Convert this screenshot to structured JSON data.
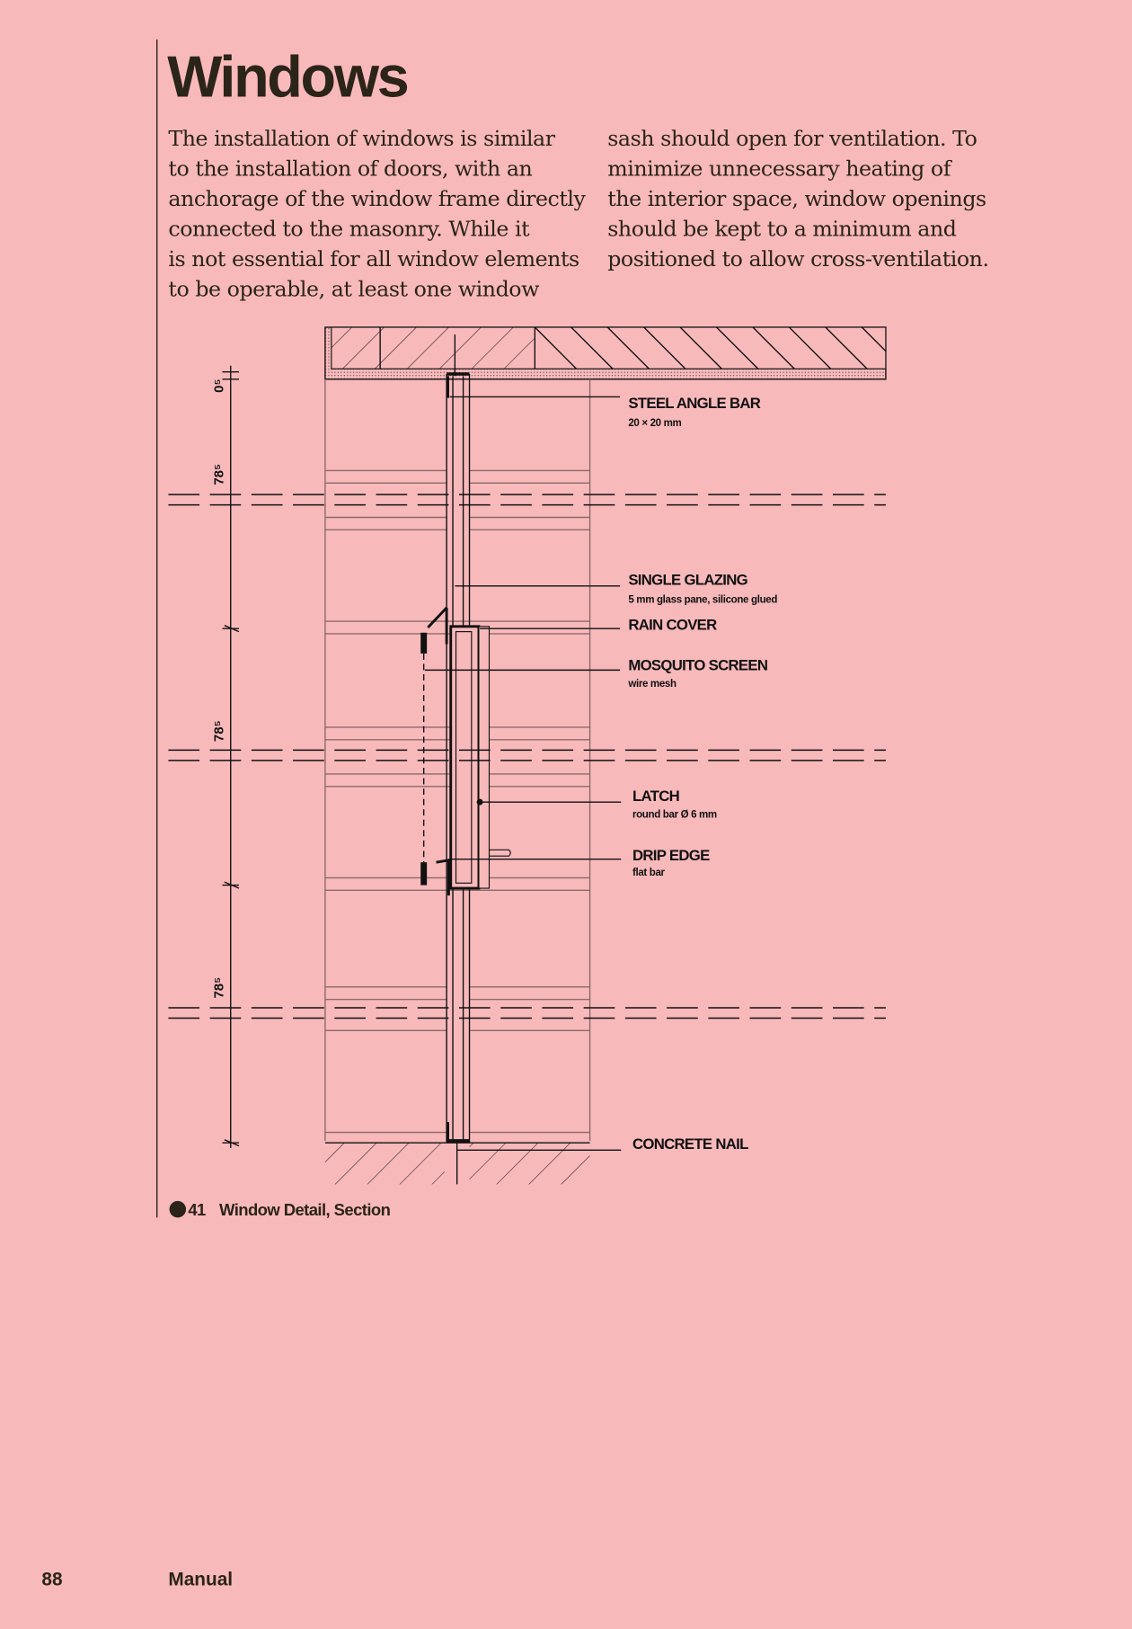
{
  "title": "Windows",
  "body": {
    "col1": [
      "The installation of windows is similar",
      "to the installation of doors, with an",
      "anchorage of the window frame directly",
      "connected to the masonry. While it",
      "is not essential for all window elements",
      "to be operable, at least one window"
    ],
    "col2": [
      "sash should open for ventilation. To",
      "minimize unnecessary heating of",
      "the interior space, window openings",
      "should be kept to a minimum and",
      "positioned to allow cross-ventilation."
    ]
  },
  "dimensions": [
    "0⁵",
    "78⁵",
    "78⁵",
    "78⁵"
  ],
  "labels": [
    {
      "title": "STEEL ANGLE BAR",
      "sub": "20 × 20 mm"
    },
    {
      "title": "SINGLE GLAZING",
      "sub": "5 mm glass pane, silicone glued"
    },
    {
      "title": "RAIN COVER",
      "sub": ""
    },
    {
      "title": "MOSQUITO SCREEN",
      "sub": "wire mesh"
    },
    {
      "title": "LATCH",
      "sub": "round bar Ø 6 mm"
    },
    {
      "title": "DRIP EDGE",
      "sub": "flat bar"
    },
    {
      "title": "CONCRETE NAIL",
      "sub": ""
    }
  ],
  "caption": {
    "number": "41",
    "text": "Window Detail, Section"
  },
  "footer": {
    "page": "88",
    "section": "Manual"
  },
  "colors": {
    "background": "#f8b9bb",
    "ink": "#2b2418"
  }
}
